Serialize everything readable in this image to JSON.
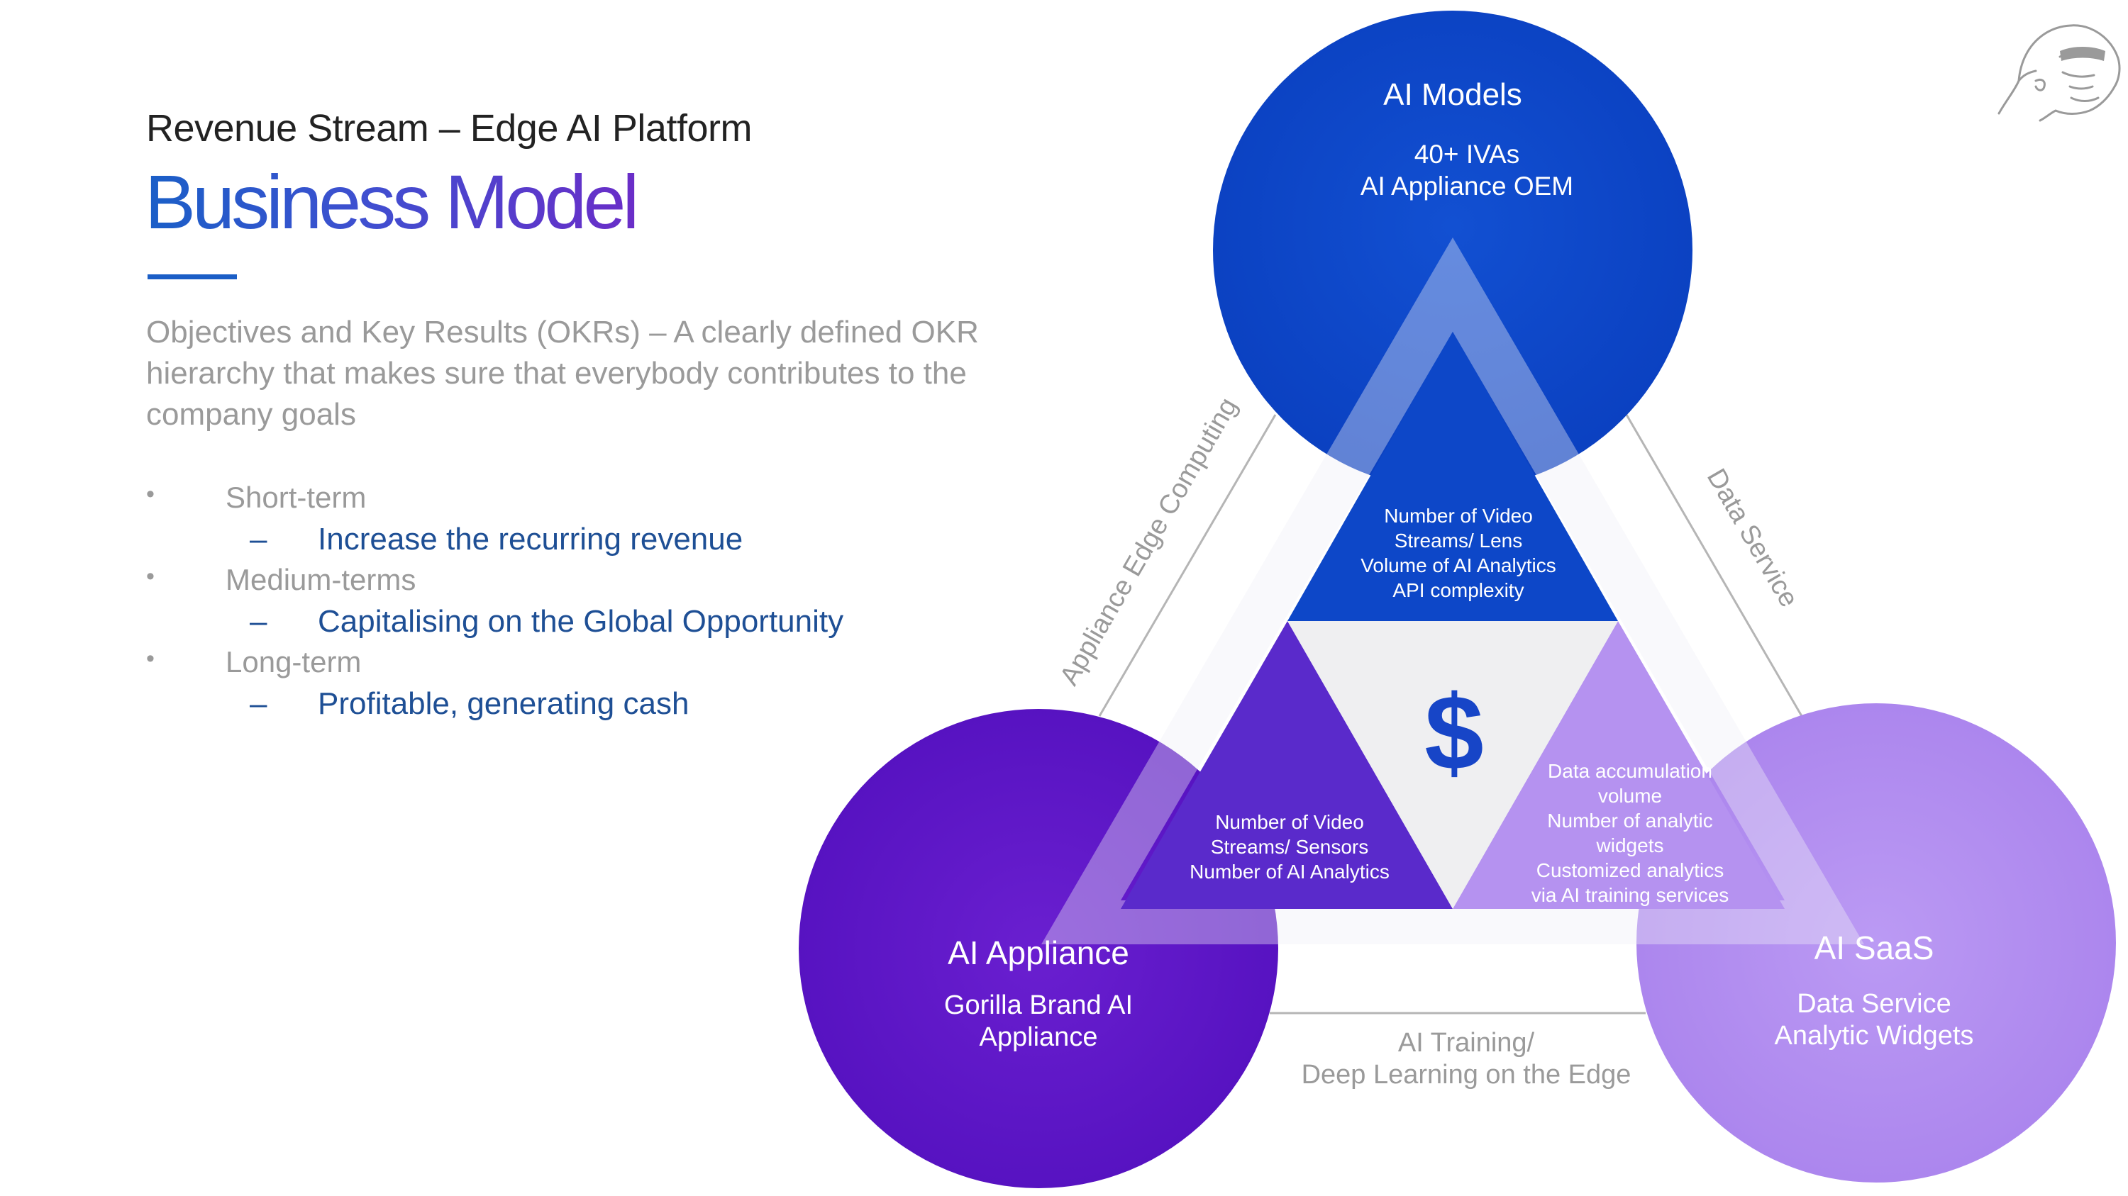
{
  "header": {
    "subtitle": "Revenue Stream – Edge AI Platform",
    "title": "Business Model"
  },
  "description": [
    "Objectives and Key Results (OKRs) – A clearly defined OKR",
    "hierarchy that makes sure that everybody contributes to the",
    "company goals"
  ],
  "objectives": [
    {
      "bullet": "•",
      "term": "Short-term",
      "dash": "–",
      "goal": "Increase the recurring revenue"
    },
    {
      "bullet": "•",
      "term": "Medium-terms",
      "dash": "–",
      "goal": "Capitalising on the Global Opportunity"
    },
    {
      "bullet": "•",
      "term": "Long-term",
      "dash": "–",
      "goal": "Profitable, generating cash"
    }
  ],
  "diagram": {
    "nodes": {
      "top": {
        "title": "AI Models",
        "lines": [
          "40+ IVAs",
          "AI Appliance OEM"
        ],
        "color": "#0d47c8"
      },
      "left": {
        "title": "AI Appliance",
        "lines": [
          "Gorilla Brand AI",
          "Appliance"
        ],
        "color": "#5e16c8"
      },
      "right": {
        "title": "AI SaaS",
        "lines": [
          "Data Service",
          "Analytic Widgets"
        ],
        "color": "#b08cf0"
      }
    },
    "triangles": {
      "top": [
        "Number of Video",
        "Streams/ Lens",
        "Volume of AI Analytics",
        "API complexity"
      ],
      "left": [
        "Number of Video",
        "Streams/ Sensors",
        "Number of AI Analytics"
      ],
      "right": [
        "Data accumulation",
        "volume",
        "Number of analytic",
        "widgets",
        "Customized analytics",
        "via AI training services"
      ],
      "center_symbol": "$"
    },
    "edges": {
      "left": "Appliance Edge Computing",
      "right": "Data Service",
      "bottom": [
        "AI Training/",
        "Deep Learning on the Edge"
      ]
    }
  },
  "logo": {
    "icon": "gorilla-logo-icon"
  }
}
